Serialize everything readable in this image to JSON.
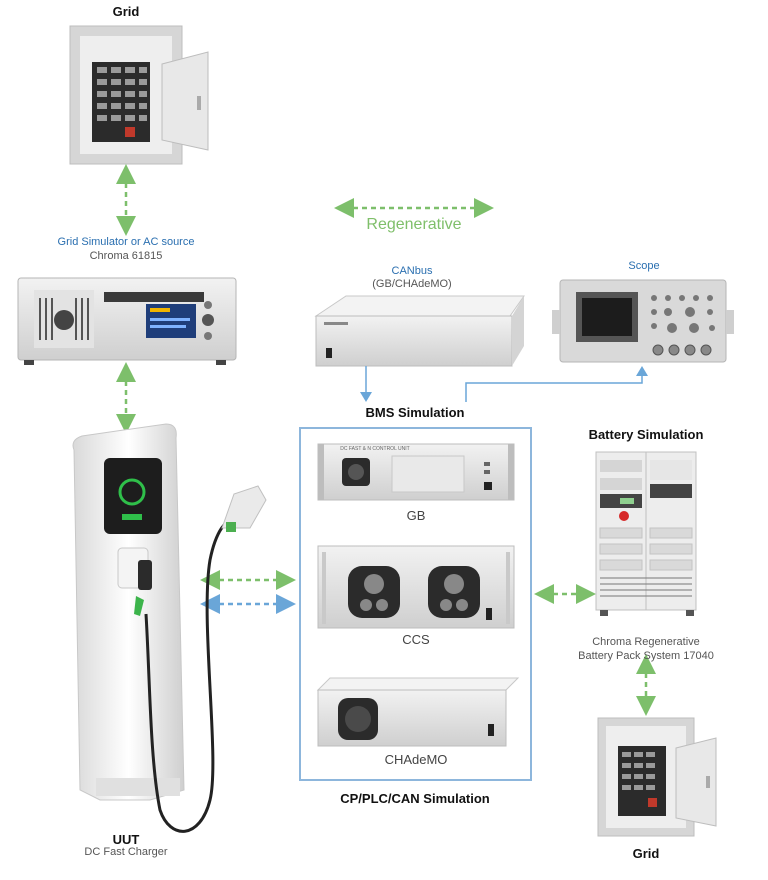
{
  "grid_top": {
    "title": "Grid"
  },
  "grid_simulator": {
    "title": "Grid Simulator or AC source",
    "model": "Chroma 61815"
  },
  "regenerative": {
    "label": "Regenerative"
  },
  "canbus": {
    "title": "CANbus",
    "subtitle": "(GB/CHAdeMO)"
  },
  "scope": {
    "title": "Scope"
  },
  "bms": {
    "title": "BMS Simulation"
  },
  "battery": {
    "title": "Battery Simulation",
    "model_line1": "Chroma Regenerative",
    "model_line2": "Battery Pack System 17040"
  },
  "panel_gb": {
    "label": "GB",
    "device_text": "DC FAST & N CONTROL UNIT"
  },
  "panel_ccs": {
    "label": "CCS"
  },
  "panel_chademo": {
    "label": "CHAdeMO"
  },
  "simulation_box": {
    "title": "CP/PLC/CAN Simulation"
  },
  "uut": {
    "title": "UUT",
    "subtitle": "DC Fast Charger"
  },
  "grid_bottom": {
    "title": "Grid"
  },
  "colors": {
    "green_arrow": "#7dbf6b",
    "blue_arrow": "#6aa6d8",
    "box_border": "#8db6dc",
    "label_blue": "#2a6fb0"
  }
}
